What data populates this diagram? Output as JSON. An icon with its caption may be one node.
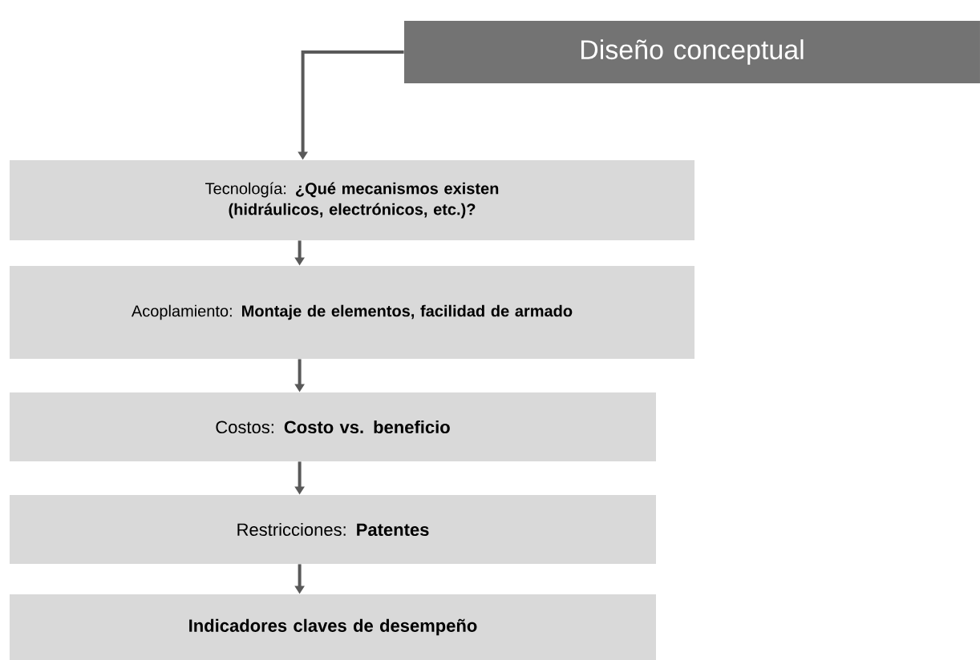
{
  "diagram": {
    "nodes": [
      {
        "text": [
          "Diseño conceptual"
        ]
      },
      {
        "text": [
          "Tecnología: **¿Qué mecanismos existen (hidráulicos, electrónicos, etc.)?**"
        ]
      },
      {
        "text": [
          "Acoplamiento: **Montaje de elementos, facilidad de armado**"
        ]
      },
      {
        "text": [
          "Costos: **Costo vs. beneficio**"
        ]
      },
      {
        "text": [
          "Restricciones: **Patentes**"
        ]
      },
      {
        "text": [
          "Indicadores claves de desempeño"
        ]
      }
    ],
    "edges": [
      {
        "from": 0,
        "to": 1,
        "arrow": "to"
      },
      {
        "from": 1,
        "to": 2,
        "arrow": "to"
      },
      {
        "from": 2,
        "to": 3,
        "arrow": "to"
      },
      {
        "from": 3,
        "to": 4,
        "arrow": "to"
      },
      {
        "from": 4,
        "to": 5,
        "arrow": "to"
      }
    ]
  }
}
